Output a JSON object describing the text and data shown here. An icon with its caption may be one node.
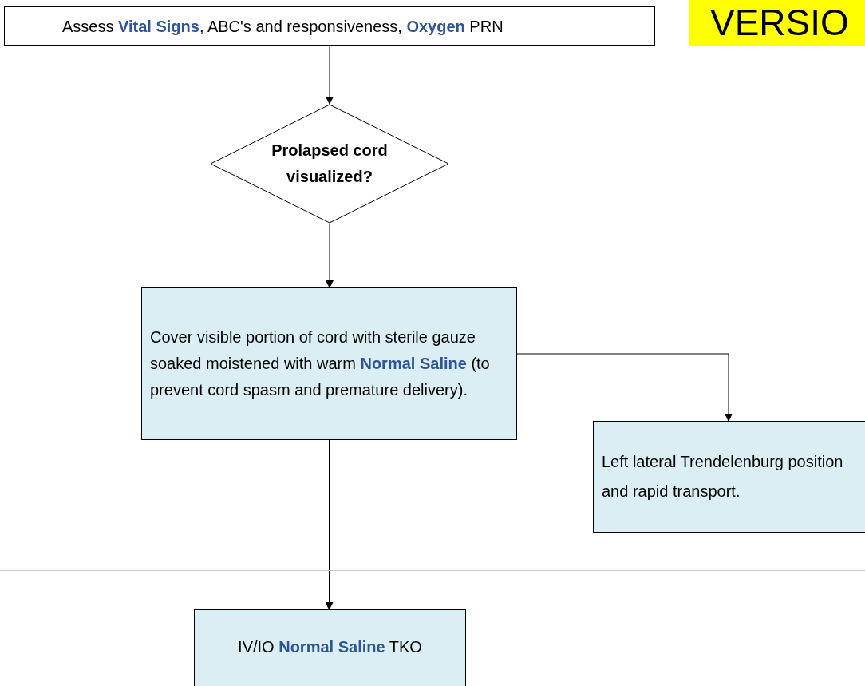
{
  "diagram": {
    "nodes": [
      {
        "text": [
          "Assess **Vital Signs**, ABC's and responsiveness, **Oxygen** PRN"
        ]
      },
      {
        "text": [
          "Prolapsed cord visualized?"
        ]
      },
      {
        "text": [
          "Cover visible portion of cord with sterile gauze soaked moistened with warm **Normal Saline** (to prevent cord spasm and premature delivery)."
        ]
      },
      {
        "text": [
          "Left lateral Trendelenburg position and rapid transport."
        ]
      },
      {
        "text": [
          "IV/IO **Normal Saline** TKO"
        ]
      }
    ],
    "edges": [
      {
        "from": 0,
        "to": 1,
        "arrow": "to"
      },
      {
        "from": 1,
        "to": 2,
        "arrow": "to"
      },
      {
        "from": 2,
        "to": 3,
        "arrow": "to"
      },
      {
        "from": 2,
        "to": 4,
        "arrow": "to"
      }
    ],
    "labels": [
      "VERSIO"
    ]
  }
}
